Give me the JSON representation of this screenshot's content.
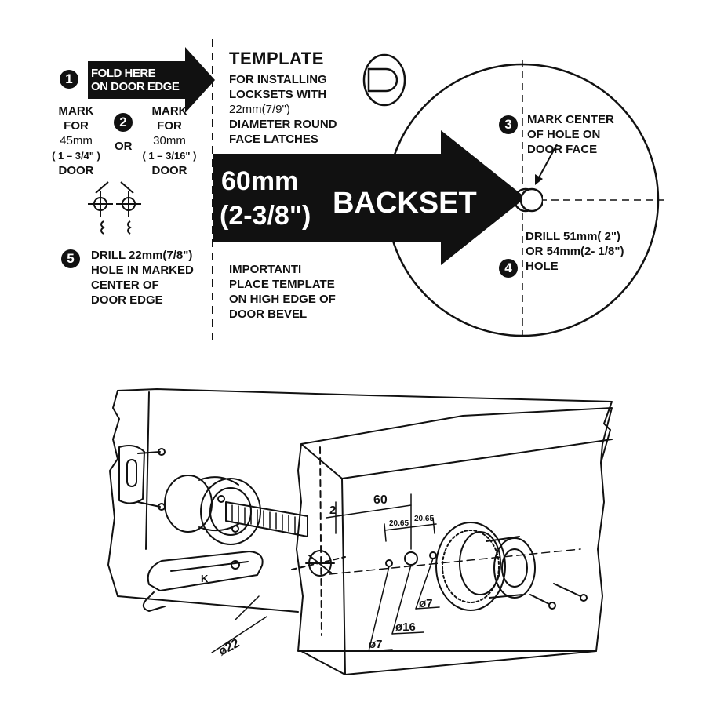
{
  "template": {
    "step1": {
      "num": "1",
      "line1": "FOLD HERE",
      "line2": "ON DOOR EDGE"
    },
    "step2": {
      "num": "2"
    },
    "mark_45": {
      "l1": "MARK",
      "l2": "FOR",
      "l3": "45mm",
      "l4": "( 1 – 3/4\" )",
      "l5": "DOOR"
    },
    "or_word": "OR",
    "mark_30": {
      "l1": "MARK",
      "l2": "FOR",
      "l3": "30mm",
      "l4": "( 1 – 3/16\" )",
      "l5": "DOOR"
    },
    "step5": {
      "num": "5",
      "l1": "DRILL 22mm(7/8\")",
      "l2": "HOLE IN MARKED",
      "l3": "CENTER OF",
      "l4": "DOOR EDGE"
    },
    "title": "TEMPLATE",
    "title_sub": {
      "l1": "FOR INSTALLING",
      "l2": "LOCKSETS WITH",
      "l3": "22mm(7/9\")",
      "l4": "DIAMETER ROUND",
      "l5": "FACE LATCHES"
    },
    "arrow": {
      "backset_mm": "60mm",
      "backset_in": "(2-3/8\")",
      "backset_word": "BACKSET"
    },
    "important": {
      "l1": "IMPORTANTI",
      "l2": "PLACE TEMPLATE",
      "l3": "ON HIGH EDGE OF",
      "l4": "DOOR BEVEL"
    },
    "step3": {
      "num": "3",
      "l1": "MARK CENTER",
      "l2": "OF HOLE ON",
      "l3": "DOOR FACE"
    },
    "step4": {
      "num": "4",
      "l1": "DRILL 51mm( 2\")",
      "l2": "OR 54mm(2- 1/8\")",
      "l3": "HOLE"
    }
  },
  "drawing": {
    "dim_60": "60",
    "dim_2": "2",
    "dim_20_65_a": "20.65",
    "dim_20_65_b": "20.65",
    "dia_7_a": "ø7",
    "dia_16": "ø16",
    "dia_7_b": "ø7",
    "dia_22": "ø22",
    "latch_mark": "K"
  }
}
